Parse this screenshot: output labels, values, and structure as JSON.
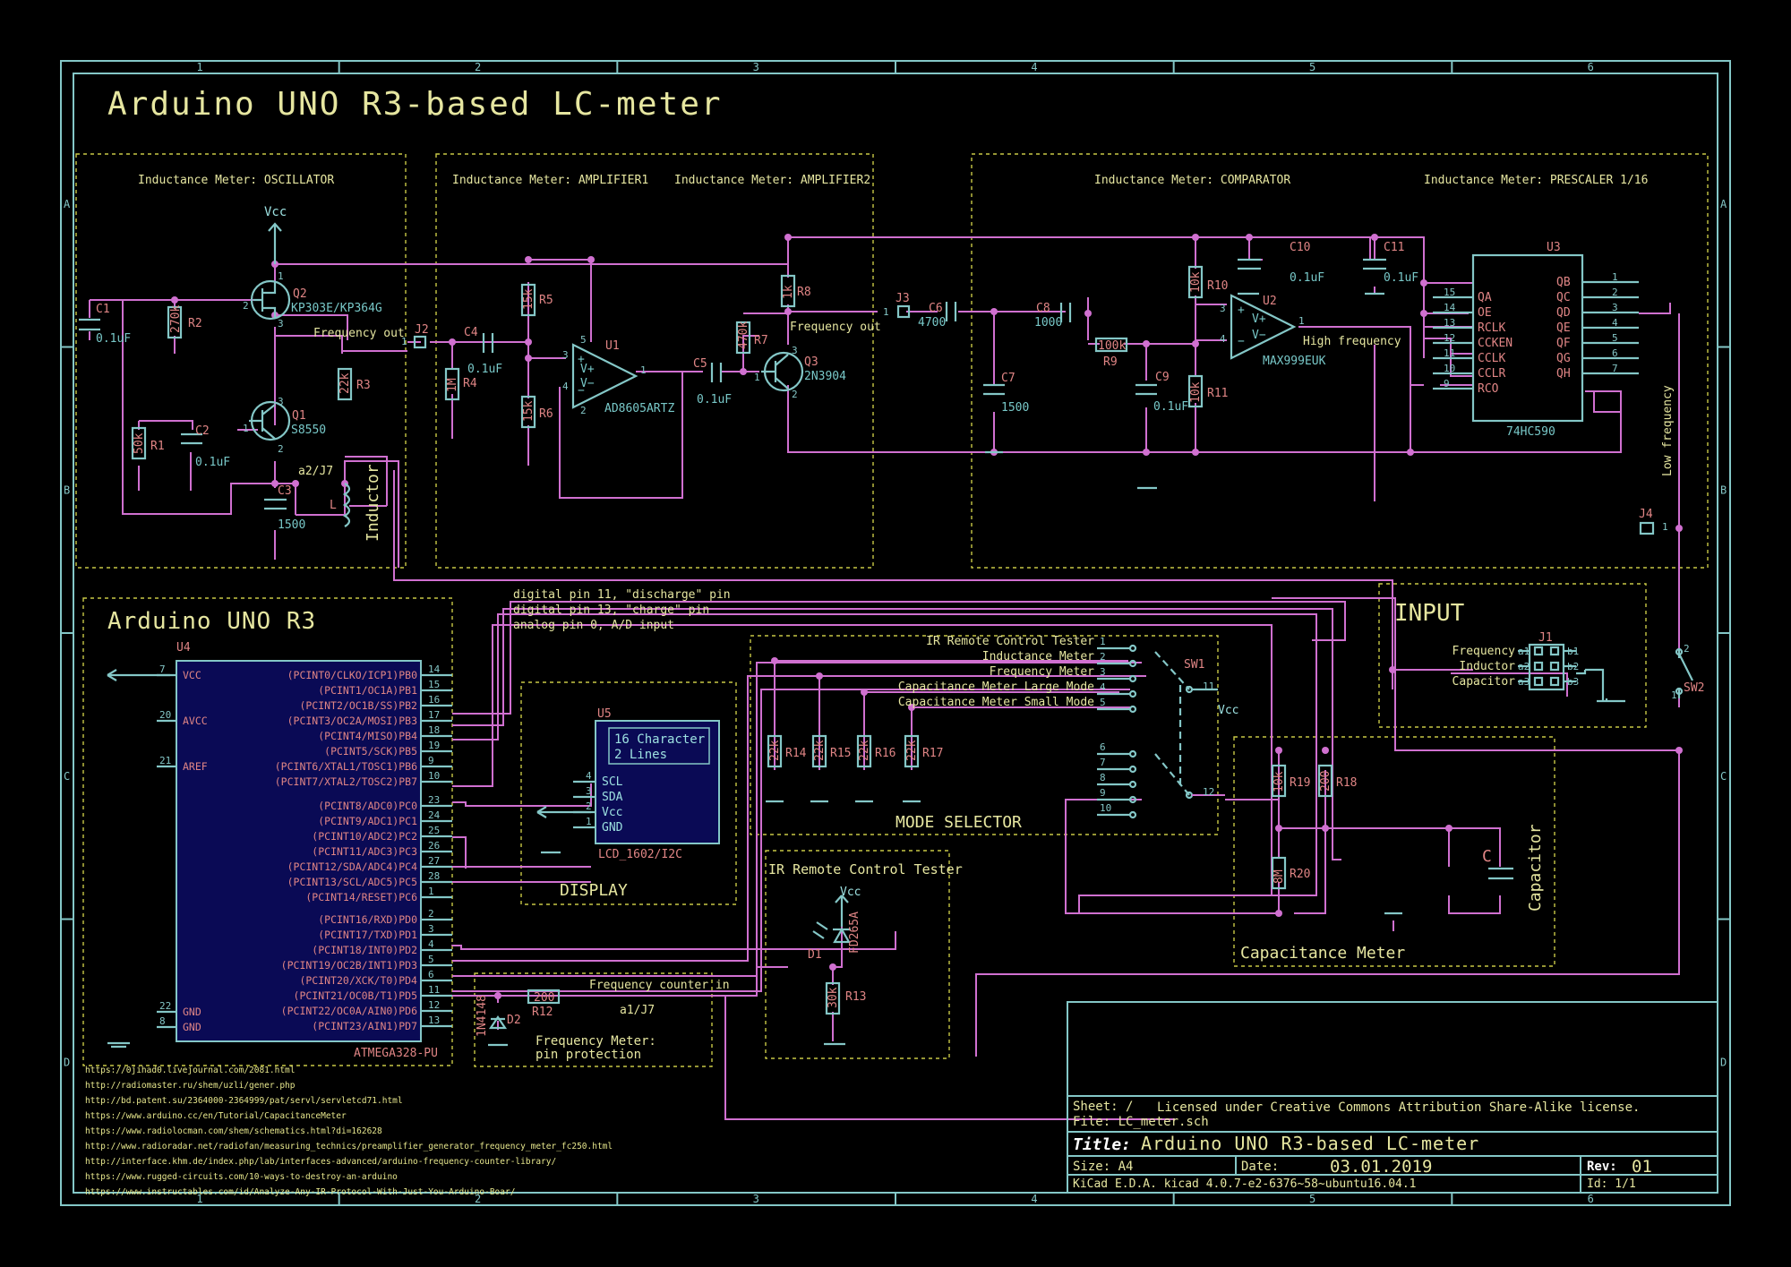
{
  "title": "Arduino UNO R3-based LC-meter",
  "grid": {
    "columns": [
      "1",
      "2",
      "3",
      "4",
      "5",
      "6"
    ],
    "rows": [
      "A",
      "B",
      "C",
      "D"
    ]
  },
  "colors": {
    "background": "#000000",
    "frame": "#84c7c7",
    "wire": "#d070d0",
    "reference": "#e08585",
    "value": "#78c8c8",
    "section_box": "#c8c846",
    "mcu_fill": "#0a0a55"
  },
  "sections": {
    "oscillator": "Inductance Meter: OSCILLATOR",
    "amplifier1": "Inductance Meter: AMPLIFIER1",
    "amplifier2": "Inductance Meter: AMPLIFIER2",
    "comparator": "Inductance Meter: COMPARATOR",
    "prescaler": "Inductance Meter: PRESCALER 1/16",
    "arduino": "Arduino UNO R3",
    "input": "INPUT",
    "display": "DISPLAY",
    "mode_selector": "MODE SELECTOR",
    "ir_tester": "IR Remote Control Tester",
    "capacitance_meter": "Capacitance Meter",
    "freq_protect_1": "Frequency Meter:",
    "freq_protect_2": "pin protection"
  },
  "power": {
    "vcc": "Vcc"
  },
  "components": {
    "c1": {
      "ref": "C1",
      "value": "0.1uF"
    },
    "c2": {
      "ref": "C2",
      "value": "0.1uF"
    },
    "c3": {
      "ref": "C3",
      "value": "1500"
    },
    "c4": {
      "ref": "C4",
      "value": "0.1uF"
    },
    "c5": {
      "ref": "C5",
      "value": "0.1uF"
    },
    "c6": {
      "ref": "C6",
      "value": "4700"
    },
    "c7": {
      "ref": "C7",
      "value": "1500"
    },
    "c8": {
      "ref": "C8",
      "value": "1000"
    },
    "c9": {
      "ref": "C9",
      "value": "0.1uF"
    },
    "c10": {
      "ref": "C10",
      "value": "0.1uF"
    },
    "c11": {
      "ref": "C11",
      "value": "0.1uF"
    },
    "r1": {
      "ref": "R1",
      "value": "50k"
    },
    "r2": {
      "ref": "R2",
      "value": "270k"
    },
    "r3": {
      "ref": "R3",
      "value": "22k"
    },
    "r4": {
      "ref": "R4",
      "value": "1M"
    },
    "r5": {
      "ref": "R5",
      "value": "15k"
    },
    "r6": {
      "ref": "R6",
      "value": "15k"
    },
    "r7": {
      "ref": "R7",
      "value": "470k"
    },
    "r8": {
      "ref": "R8",
      "value": "1k"
    },
    "r9": {
      "ref": "R9",
      "value": "100k"
    },
    "r10": {
      "ref": "R10",
      "value": "10k"
    },
    "r11": {
      "ref": "R11",
      "value": "10k"
    },
    "r12": {
      "ref": "R12",
      "value": "200"
    },
    "r13": {
      "ref": "R13",
      "value": "30k"
    },
    "r14": {
      "ref": "R14",
      "value": "22k"
    },
    "r15": {
      "ref": "R15",
      "value": "22k"
    },
    "r16": {
      "ref": "R16",
      "value": "22k"
    },
    "r17": {
      "ref": "R17",
      "value": "22k"
    },
    "r18": {
      "ref": "R18",
      "value": "200"
    },
    "r19": {
      "ref": "R19",
      "value": "10k"
    },
    "r20": {
      "ref": "R20",
      "value": "8M"
    },
    "q1": {
      "ref": "Q1",
      "value": "S8550"
    },
    "q2": {
      "ref": "Q2",
      "value": "KP303E/KP364G"
    },
    "q3": {
      "ref": "Q3",
      "value": "2N3904"
    },
    "u1": {
      "ref": "U1",
      "value": "AD8605ARTZ"
    },
    "u2": {
      "ref": "U2",
      "value": "MAX999EUK"
    },
    "u3": {
      "ref": "U3",
      "value": "74HC590"
    },
    "u4": {
      "ref": "U4",
      "value": "ATMEGA328-PU"
    },
    "u5": {
      "ref": "U5",
      "value": "LCD_1602/I2C"
    },
    "d1": {
      "ref": "D1",
      "value": "FD265A"
    },
    "d2": {
      "ref": "D2",
      "value": "1N4148"
    },
    "j1": {
      "ref": "J1"
    },
    "j2": {
      "ref": "J2"
    },
    "j3": {
      "ref": "J3"
    },
    "j4": {
      "ref": "J4"
    },
    "sw1": {
      "ref": "SW1"
    },
    "sw2": {
      "ref": "SW2"
    },
    "inductor": {
      "ref": "L",
      "value": "Inductor"
    },
    "capacitor": {
      "ref": "C",
      "value": "Capacitor"
    }
  },
  "net_labels": {
    "freq_out_1": "Frequency out",
    "freq_out_2": "Frequency out",
    "high_freq": "High frequency",
    "low_freq": "Low frequency",
    "a2j7": "a2/J7",
    "a1j7": "a1/J7",
    "freq_counter_in": "Frequency counter in",
    "dig11": "digital pin 11,  \"discharge\" pin",
    "dig13": "digital pin 13,  \"charge\" pin",
    "ana0": "analog pin 0,  A/D input"
  },
  "u3_pins": {
    "left": [
      {
        "num": "15",
        "name": "QA"
      },
      {
        "num": "14",
        "name": "OE"
      },
      {
        "num": "13",
        "name": "RCLK"
      },
      {
        "num": "12",
        "name": "CCKEN"
      },
      {
        "num": "11",
        "name": "CCLK"
      },
      {
        "num": "10",
        "name": "CCLR"
      },
      {
        "num": "9",
        "name": "RCO"
      }
    ],
    "right": [
      {
        "num": "1",
        "name": "QB"
      },
      {
        "num": "2",
        "name": "QC"
      },
      {
        "num": "3",
        "name": "QD"
      },
      {
        "num": "4",
        "name": "QE"
      },
      {
        "num": "5",
        "name": "QF"
      },
      {
        "num": "6",
        "name": "QG"
      },
      {
        "num": "7",
        "name": "QH"
      }
    ]
  },
  "mcu_pins": {
    "left": [
      {
        "num": "7",
        "name": "VCC"
      },
      {
        "num": "20",
        "name": "AVCC"
      },
      {
        "num": "21",
        "name": "AREF"
      },
      {
        "num": "22",
        "name": "GND"
      },
      {
        "num": "8",
        "name": "GND"
      }
    ],
    "right": [
      {
        "num": "14",
        "name": "(PCINT0/CLKO/ICP1)PB0"
      },
      {
        "num": "15",
        "name": "(PCINT1/OC1A)PB1"
      },
      {
        "num": "16",
        "name": "(PCINT2/OC1B/SS)PB2"
      },
      {
        "num": "17",
        "name": "(PCINT3/OC2A/MOSI)PB3"
      },
      {
        "num": "18",
        "name": "(PCINT4/MISO)PB4"
      },
      {
        "num": "19",
        "name": "(PCINT5/SCK)PB5"
      },
      {
        "num": "9",
        "name": "(PCINT6/XTAL1/TOSC1)PB6"
      },
      {
        "num": "10",
        "name": "(PCINT7/XTAL2/TOSC2)PB7"
      },
      {
        "num": "23",
        "name": "(PCINT8/ADC0)PC0"
      },
      {
        "num": "24",
        "name": "(PCINT9/ADC1)PC1"
      },
      {
        "num": "25",
        "name": "(PCINT10/ADC2)PC2"
      },
      {
        "num": "26",
        "name": "(PCINT11/ADC3)PC3"
      },
      {
        "num": "27",
        "name": "(PCINT12/SDA/ADC4)PC4"
      },
      {
        "num": "28",
        "name": "(PCINT13/SCL/ADC5)PC5"
      },
      {
        "num": "1",
        "name": "(PCINT14/RESET)PC6"
      },
      {
        "num": "2",
        "name": "(PCINT16/RXD)PD0"
      },
      {
        "num": "3",
        "name": "(PCINT17/TXD)PD1"
      },
      {
        "num": "4",
        "name": "(PCINT18/INT0)PD2"
      },
      {
        "num": "5",
        "name": "(PCINT19/OC2B/INT1)PD3"
      },
      {
        "num": "6",
        "name": "(PCINT20/XCK/T0)PD4"
      },
      {
        "num": "11",
        "name": "(PCINT21/OC0B/T1)PD5"
      },
      {
        "num": "12",
        "name": "(PCINT22/OC0A/AIN0)PD6"
      },
      {
        "num": "13",
        "name": "(PCINT23/AIN1)PD7"
      }
    ]
  },
  "lcd": {
    "line1": "16 Character",
    "line2": "2 Lines",
    "pins": [
      {
        "num": "4",
        "name": "SCL"
      },
      {
        "num": "3",
        "name": "SDA"
      },
      {
        "num": "2",
        "name": "Vcc"
      },
      {
        "num": "1",
        "name": "GND"
      }
    ]
  },
  "sw1_modes": [
    {
      "num": "1",
      "label": "IR Remote Control Tester"
    },
    {
      "num": "2",
      "label": "Inductance Meter"
    },
    {
      "num": "3",
      "label": "Frequency Meter"
    },
    {
      "num": "4",
      "label": "Capacitance Meter Large Mode"
    },
    {
      "num": "5",
      "label": "Capacitance Meter Small Mode"
    }
  ],
  "sw1_pins": {
    "lower": [
      "6",
      "7",
      "8",
      "9",
      "10"
    ],
    "com1": "11",
    "com2": "12"
  },
  "j1_pins": {
    "left": [
      {
        "pin": "a1",
        "label": "Frequency"
      },
      {
        "pin": "a2",
        "label": "Inductor"
      },
      {
        "pin": "a3",
        "label": "Capacitor"
      }
    ],
    "right": [
      "b1",
      "b2",
      "b3"
    ]
  },
  "urls": [
    "https://0jihad0.livejournal.com/2081.html",
    "http://radiomaster.ru/shem/uzli/gener.php",
    "http://bd.patent.su/2364000-2364999/pat/servl/servletcd71.html",
    "https://www.arduino.cc/en/Tutorial/CapacitanceMeter",
    "https://www.radiolocman.com/shem/schematics.html?di=162628",
    "http://www.radioradar.net/radiofan/measuring_technics/preamplifier_generator_frequency_meter_fc250.html",
    "http://interface.khm.de/index.php/lab/interfaces-advanced/arduino-frequency-counter-library/",
    "https://www.rugged-circuits.com/10-ways-to-destroy-an-arduino",
    "https://www.instructables.com/id/Analyze-Any-IR-Protocol-With-Just-You-Arduino-Boar/"
  ],
  "title_block": {
    "sheet": "Sheet: /",
    "file": "File: LC_meter.sch",
    "license": "Licensed under Creative Commons Attribution Share-Alike license.",
    "title_label": "Title:",
    "title": "Arduino UNO R3-based LC-meter",
    "size": "Size: A4",
    "date_label": "Date:",
    "date": "03.01.2019",
    "rev_label": "Rev:",
    "rev": "01",
    "tool": "KiCad E.D.A.  kicad 4.0.7-e2-6376~58~ubuntu16.04.1",
    "id": "Id: 1/1"
  }
}
